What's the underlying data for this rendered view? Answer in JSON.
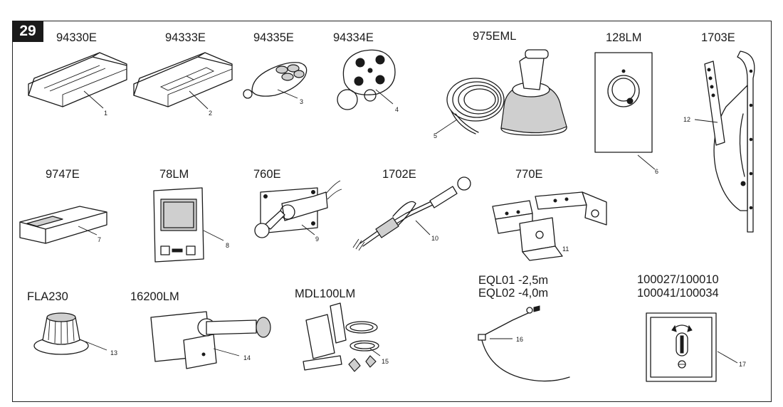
{
  "figure_number": "29",
  "items": [
    {
      "code": "94330E",
      "num": "1"
    },
    {
      "code": "94333E",
      "num": "2"
    },
    {
      "code": "94335E",
      "num": "3"
    },
    {
      "code": "94334E",
      "num": "4"
    },
    {
      "code": "975EML",
      "num": "5"
    },
    {
      "code": "128LM",
      "num": "6"
    },
    {
      "code": "1703E",
      "num": "12"
    },
    {
      "code": "9747E",
      "num": "7"
    },
    {
      "code": "78LM",
      "num": "8"
    },
    {
      "code": "760E",
      "num": "9"
    },
    {
      "code": "1702E",
      "num": "10"
    },
    {
      "code": "770E",
      "num": "11"
    },
    {
      "code": "FLA230",
      "num": "13"
    },
    {
      "code": "16200LM",
      "num": "14"
    },
    {
      "code": "MDL100LM",
      "num": "15"
    },
    {
      "code": "EQL01 -2,5m",
      "code2": "EQL02 -4,0m",
      "num": "16"
    },
    {
      "code": "100027/100010",
      "code2": "100041/100034",
      "num": "17"
    }
  ]
}
